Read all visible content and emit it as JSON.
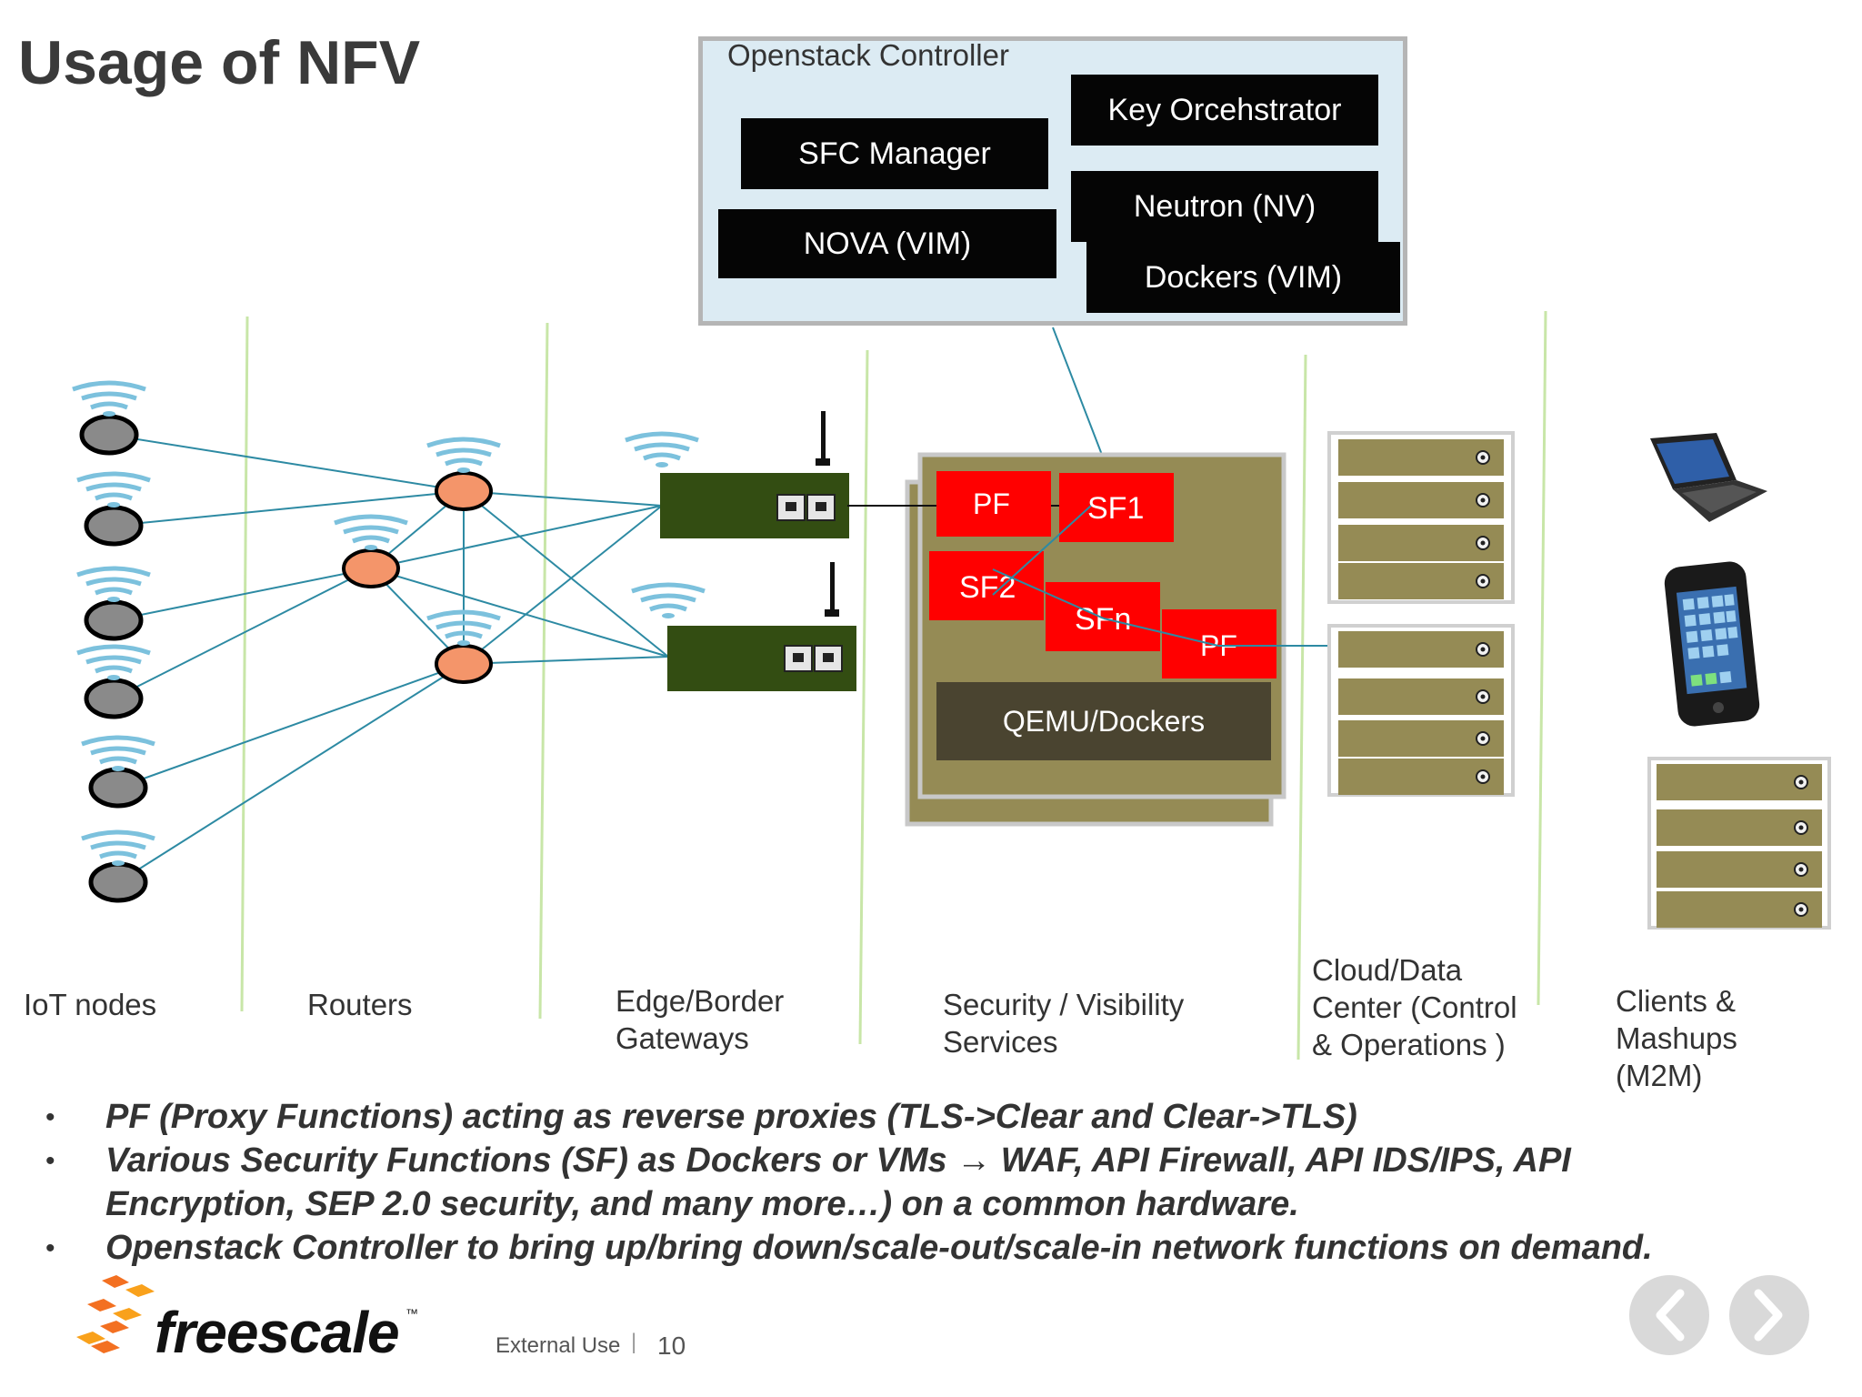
{
  "title": "Usage of NFV",
  "controller": {
    "label": "Openstack Controller",
    "blocks": {
      "sfc": "SFC Manager",
      "nova": "NOVA (VIM)",
      "key": "Key Orcehstrator",
      "neutron": "Neutron (NV)",
      "dockers": "Dockers (VIM)"
    }
  },
  "functions": {
    "pf1": "PF",
    "sf1": "SF1",
    "sf2": "SF2",
    "sfn": "SFn",
    "pf2": "PF",
    "runtime": "QEMU/Dockers"
  },
  "tiers": {
    "iot": "IoT nodes",
    "routers": "Routers",
    "edge_1": "Edge/Border",
    "edge_2": "Gateways",
    "sec_1": "Security / Visibility",
    "sec_2": "Services",
    "cloud_1": "Cloud/Data",
    "cloud_2": "Center (Control",
    "cloud_3": "& Operations )",
    "clients_1": "Clients &",
    "clients_2": "Mashups",
    "clients_3": "(M2M)"
  },
  "bullets": {
    "b1": "PF (Proxy Functions) acting as reverse proxies (TLS->Clear and Clear->TLS)",
    "b2_line1": "Various Security Functions (SF) as Dockers or VMs → WAF,  API Firewall, API IDS/IPS, API",
    "b2_line2": "Encryption,  SEP 2.0 security,  and many more…) on a common hardware.",
    "b3": "Openstack Controller to bring up/bring down/scale-out/scale-in network functions on demand."
  },
  "footer": {
    "brand": "freescale",
    "trademark": "™",
    "classification": "External Use",
    "separator": "|",
    "page": "10"
  },
  "colors": {
    "controller_bg": "#dcebf3",
    "block": "#050505",
    "function_red": "#ff0000",
    "server_olive": "#958b55",
    "gateway_green": "#334d12",
    "router_orange": "#f4956a",
    "iot_gray": "#8a8a8a",
    "link_teal": "#2d8aa3",
    "divider_green": "#c8e6a8"
  },
  "icons": [
    "wifi-icon",
    "antenna-icon",
    "laptop-icon",
    "smartphone-icon",
    "chevron-left-icon",
    "chevron-right-icon",
    "freescale-logo-icon"
  ]
}
